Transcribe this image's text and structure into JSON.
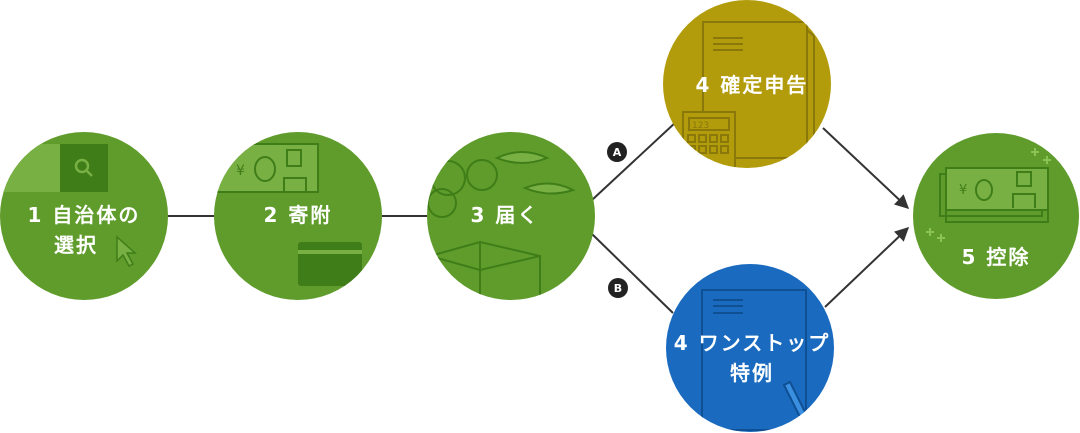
{
  "colors": {
    "green": "#5f9c2b",
    "green_dark": "#3f7d18",
    "green_light": "#79b044",
    "olive": "#b29c0b",
    "olive_dark": "#8a780a",
    "blue": "#1a6bbf",
    "blue_dark": "#0f4f93",
    "connector": "#333333"
  },
  "steps": [
    {
      "id": "step1",
      "lines": [
        "1 自治体の",
        "選択"
      ],
      "icon": "search-icon"
    },
    {
      "id": "step2",
      "lines": [
        "2 寄附"
      ],
      "icon": "banknote-icon"
    },
    {
      "id": "step3",
      "lines": [
        "3 届く"
      ],
      "icon": "fish-box-icon"
    },
    {
      "id": "step4a",
      "lines": [
        "4 確定申告"
      ],
      "icon": "calculator-document-icon"
    },
    {
      "id": "step4b",
      "lines": [
        "4 ワンストップ",
        "特例"
      ],
      "icon": "document-pen-icon"
    },
    {
      "id": "step5",
      "lines": [
        "5 控除"
      ],
      "icon": "banknote-icon"
    }
  ],
  "branches": [
    {
      "label": "A",
      "to": "step4a"
    },
    {
      "label": "B",
      "to": "step4b"
    }
  ],
  "icon_text": {
    "calculator_display": "123",
    "yen": "¥"
  }
}
